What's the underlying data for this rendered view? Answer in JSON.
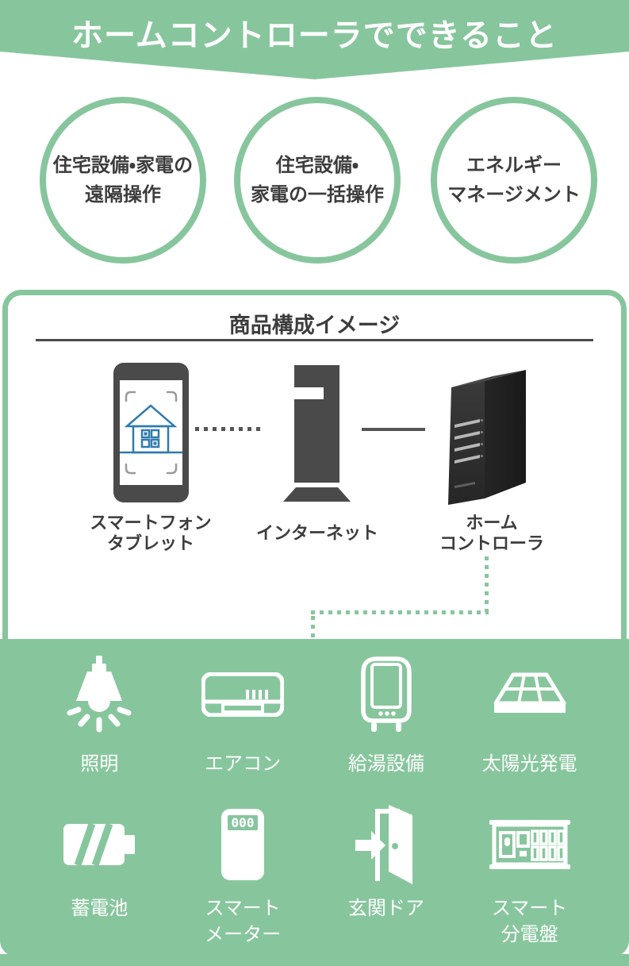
{
  "colors": {
    "green": "#87C69D",
    "dark_text": "#3D3D3D",
    "device_gray": "#4A4A4A",
    "screen_blue": "#2F7BB0",
    "white": "#FFFFFF"
  },
  "header": {
    "title": "ホームコントローラでできること"
  },
  "features": [
    {
      "label": "住宅設備・家電の\n遠隔操作"
    },
    {
      "label": "住宅設備・\n家電の一括操作"
    },
    {
      "label": "エネルギー\nマネージメント"
    }
  ],
  "product_box": {
    "title": "商品構成イメージ",
    "devices": [
      {
        "id": "smartphone-tablet",
        "label": "スマートフォン\nタブレット"
      },
      {
        "id": "internet",
        "label": "インターネット"
      },
      {
        "id": "home-controller",
        "label": "ホーム\nコントローラ"
      }
    ]
  },
  "appliances": {
    "meter_display": "000",
    "items": [
      {
        "icon": "pendant-light-icon",
        "label": "照明"
      },
      {
        "icon": "air-conditioner-icon",
        "label": "エアコン"
      },
      {
        "icon": "water-heater-icon",
        "label": "給湯設備"
      },
      {
        "icon": "solar-panel-icon",
        "label": "太陽光発電"
      },
      {
        "icon": "storage-battery-icon",
        "label": "蓄電池"
      },
      {
        "icon": "smart-meter-icon",
        "label": "スマート\nメーター"
      },
      {
        "icon": "entrance-door-icon",
        "label": "玄関ドア"
      },
      {
        "icon": "distribution-board-icon",
        "label": "スマート\n分電盤"
      }
    ]
  }
}
